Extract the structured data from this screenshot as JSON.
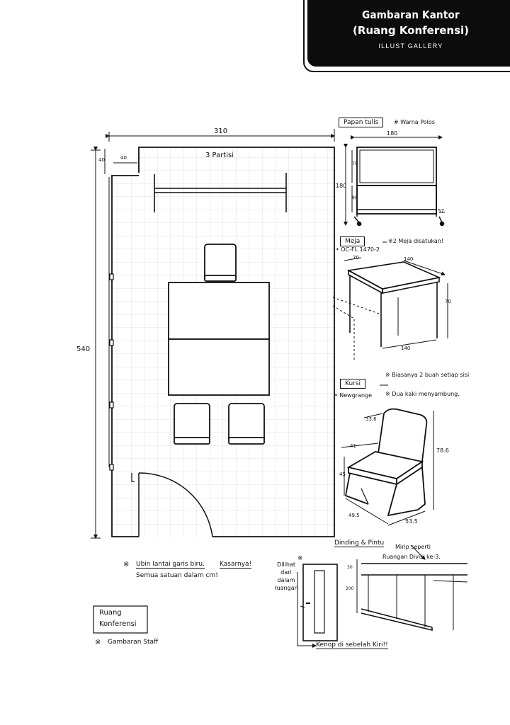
{
  "header": {
    "title_line1": "Gambaran Kantor",
    "title_line2": "(Ruang Konferensi)",
    "gallery": "ILLUST GALLERY"
  },
  "floorplan": {
    "width_label": "310",
    "height_label": "540",
    "corner_top": "40",
    "corner_left": "40",
    "partition_label": "3 Partisi"
  },
  "whiteboard": {
    "tag": "Papan tulis",
    "note": "# Warna Polos",
    "width": "180",
    "height": "180",
    "dim_a": "70",
    "dim_b": "90",
    "dim_c": "57"
  },
  "table": {
    "tag": "Meja",
    "model": "• OC-FL 1470-2",
    "note": "※2 Meja disatukan!",
    "dim_depth": "70",
    "dim_width": "140",
    "dim_height": "70",
    "dim_bottom": "140"
  },
  "chair": {
    "tag": "Kursi",
    "brand": "• Newgrange",
    "note1": "※ Biasanya 2 buah setiap sisi",
    "note2": "※ Dua kaki menyambung.",
    "dim_back": "33.6",
    "dim_seat_w": "41",
    "dim_seat_h": "45",
    "dim_height": "78.6",
    "dim_depth": "49.5",
    "dim_base": "53.5"
  },
  "wall_door": {
    "tag": "Dinding & Pintu",
    "view_note": "Dilihat dari dalam ruangan",
    "view_mark": "※",
    "similar_note_1": "Mirip seperti",
    "similar_note_2": "Ruangan Divisi ke-3.",
    "dim_top": "30",
    "dim_wall": "200",
    "knob_note": "Kenop di sebelah Kiri!!"
  },
  "notes": {
    "tile_mark": "※",
    "tile_1": "Ubin lantai garis biru.",
    "tile_2": "Kasarnya!",
    "tile_3": "Semua satuan dalam cm!"
  },
  "legend": {
    "room_1": "Ruang",
    "room_2": "Konferensi",
    "staff": "Gambaran Staff",
    "staff_mark": "※"
  }
}
